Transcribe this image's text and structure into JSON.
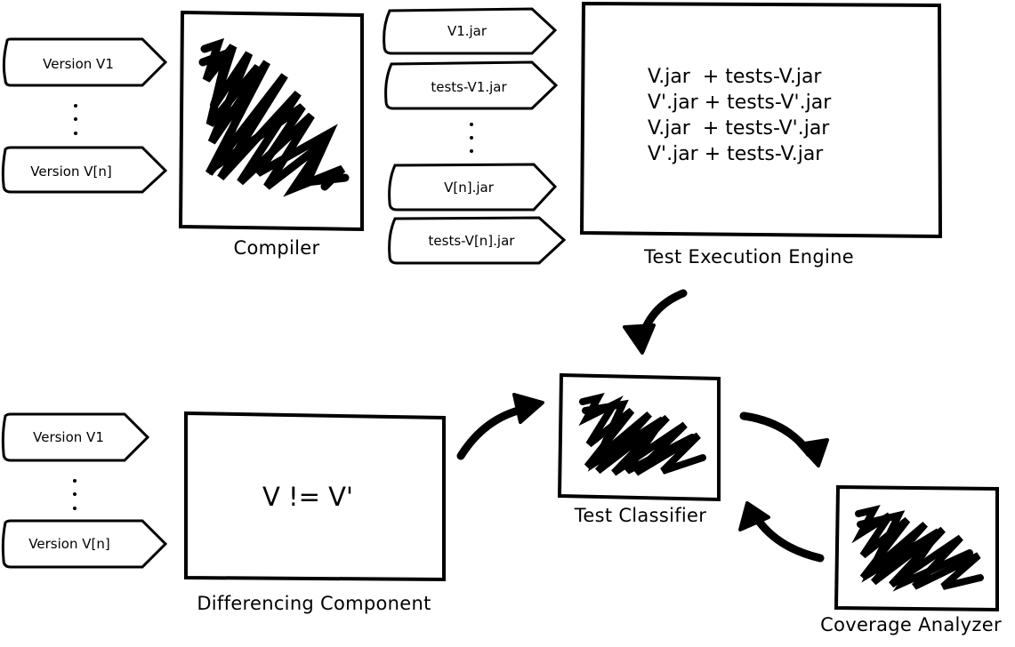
{
  "top_row": {
    "version_tags": [
      "Version V1",
      "Version V[n]"
    ],
    "ellipsis": ".\n.\n.",
    "compiler_caption": "Compiler",
    "jar_tags": [
      "V1.jar",
      "tests-V1.jar",
      "V[n].jar",
      "tests-V[n].jar"
    ],
    "engine_caption": "Test Execution Engine",
    "engine_lines": [
      "V.jar  + tests-V.jar",
      "V'.jar + tests-V'.jar",
      "V.jar  + tests-V'.jar",
      "V'.jar + tests-V.jar"
    ]
  },
  "bottom_row": {
    "version_tags": [
      "Version V1",
      "Version V[n]"
    ],
    "differencing_text": "V != V'",
    "differencing_caption": "Differencing Component",
    "classifier_caption": "Test Classifier",
    "coverage_caption": "Coverage Analyzer"
  },
  "ink_color": "#000000",
  "icons": [
    "scribble-icon",
    "curved-arrow-icon",
    "tag-shape"
  ]
}
